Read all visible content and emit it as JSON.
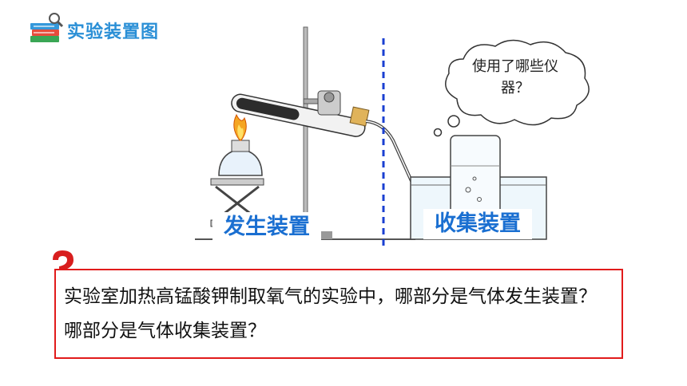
{
  "header": {
    "title": "实验装置图",
    "icon": "books-magnifier-icon"
  },
  "apparatus": {
    "generation_label": "发生装置",
    "collection_label": "收集装置",
    "divider_color": "#1a3fd1"
  },
  "thought_bubble": {
    "text": "使用了哪些仪器？"
  },
  "question": {
    "text": "实验室加热高锰酸钾制取氧气的实验中，哪部分是气体发生装置？哪部分是气体收集装置？",
    "border_color": "#e11b1b"
  },
  "colors": {
    "accent": "#2a8fd6",
    "label_blue": "#1a6fd1",
    "question_mark_red": "#d81e1e"
  }
}
